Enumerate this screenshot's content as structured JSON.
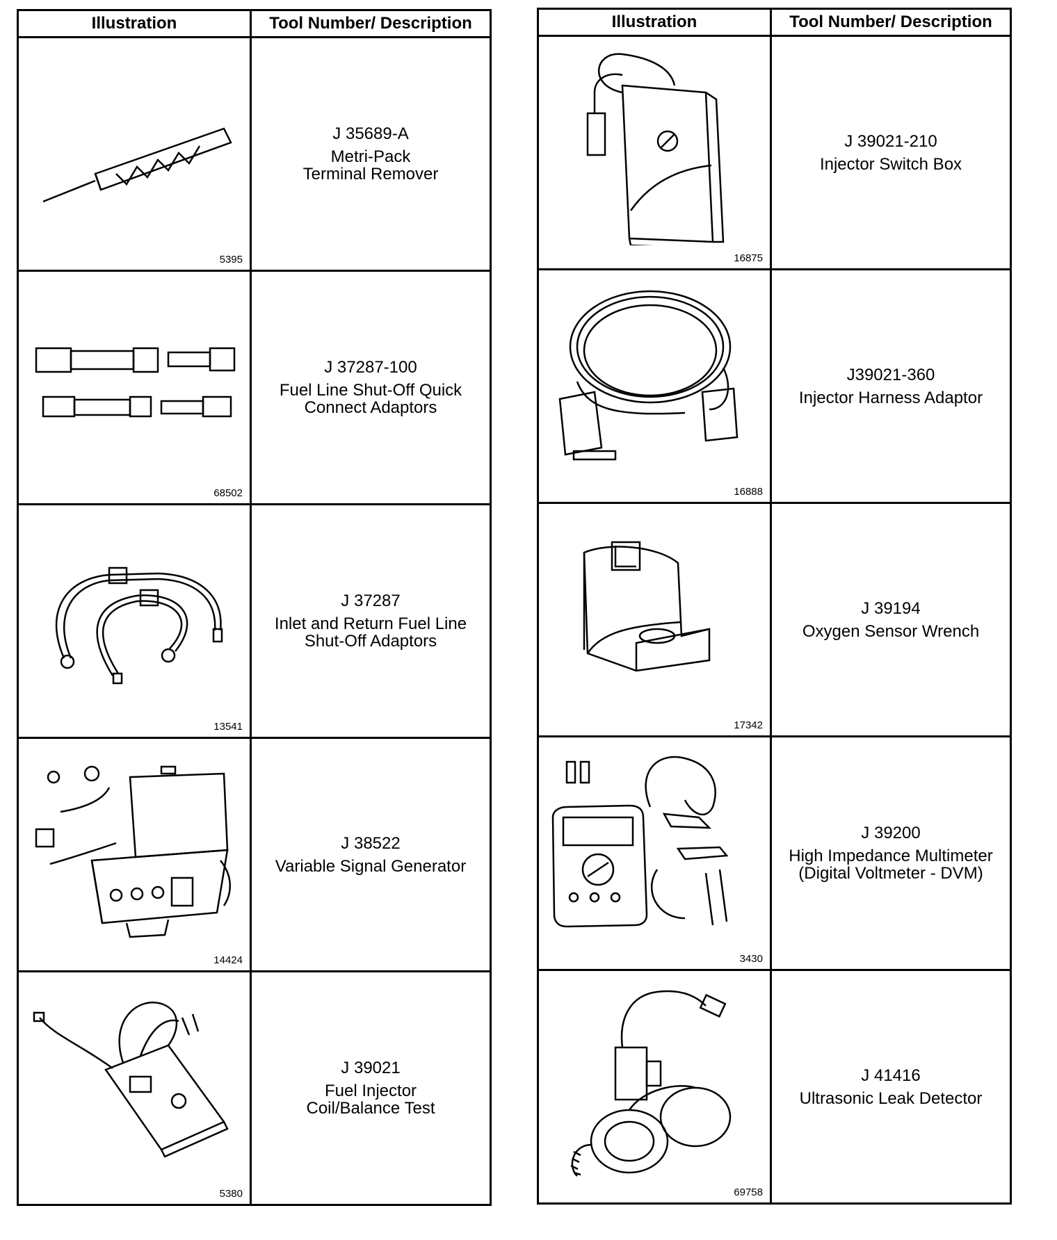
{
  "headers": {
    "illustration": "Illustration",
    "tool": "Tool Number/ Description"
  },
  "left": [
    {
      "figure": "5395",
      "number": "J 35689-A",
      "name": "Metri-Pack\nTerminal Remover",
      "icon": "terminal-remover-icon"
    },
    {
      "figure": "68502",
      "number": "J 37287-100",
      "name": "Fuel Line Shut-Off Quick\nConnect Adaptors",
      "icon": "quick-connect-adaptors-icon"
    },
    {
      "figure": "13541",
      "number": "J 37287",
      "name": "Inlet and Return Fuel Line\nShut-Off Adaptors",
      "icon": "fuel-line-adaptors-icon"
    },
    {
      "figure": "14424",
      "number": "J 38522",
      "name": "Variable Signal Generator",
      "icon": "signal-generator-icon"
    },
    {
      "figure": "5380",
      "number": "J 39021",
      "name": "Fuel Injector\nCoil/Balance Test",
      "icon": "injector-tester-icon"
    }
  ],
  "right": [
    {
      "figure": "16875",
      "number": "J 39021-210",
      "name": "Injector Switch Box",
      "icon": "switch-box-icon"
    },
    {
      "figure": "16888",
      "number": "J39021-360",
      "name": "Injector Harness Adaptor",
      "icon": "harness-adaptor-icon"
    },
    {
      "figure": "17342",
      "number": "J 39194",
      "name": "Oxygen Sensor Wrench",
      "icon": "oxygen-sensor-wrench-icon"
    },
    {
      "figure": "3430",
      "number": "J 39200",
      "name": "High Impedance Multimeter\n(Digital Voltmeter - DVM)",
      "icon": "multimeter-icon"
    },
    {
      "figure": "69758",
      "number": "J 41416",
      "name": "Ultrasonic Leak Detector",
      "icon": "leak-detector-icon"
    }
  ]
}
